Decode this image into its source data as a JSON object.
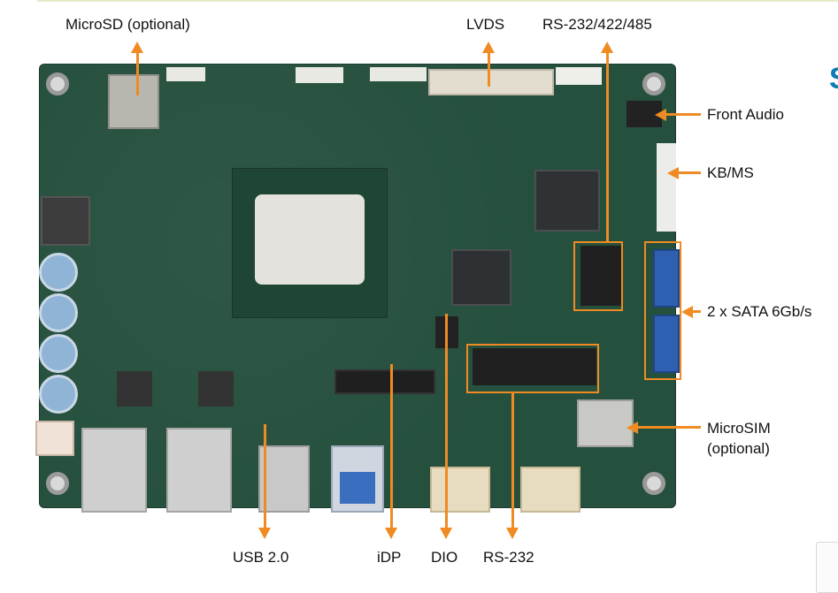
{
  "labels": {
    "microsd": "MicroSD (optional)",
    "lvds": "LVDS",
    "rs232_422_485": "RS-232/422/485",
    "front_audio": "Front Audio",
    "kbms": "KB/MS",
    "sata": "2 x SATA 6Gb/s",
    "microsim_line1": "MicroSIM",
    "microsim_line2": "(optional)",
    "usb20": "USB 2.0",
    "idp": "iDP",
    "dio": "DIO",
    "rs232": "RS-232"
  },
  "colors": {
    "arrow": "#ef8b22",
    "board": "#26503e",
    "text": "#111111",
    "side_letter": "#0a7db4"
  },
  "side": {
    "letter": "S"
  }
}
